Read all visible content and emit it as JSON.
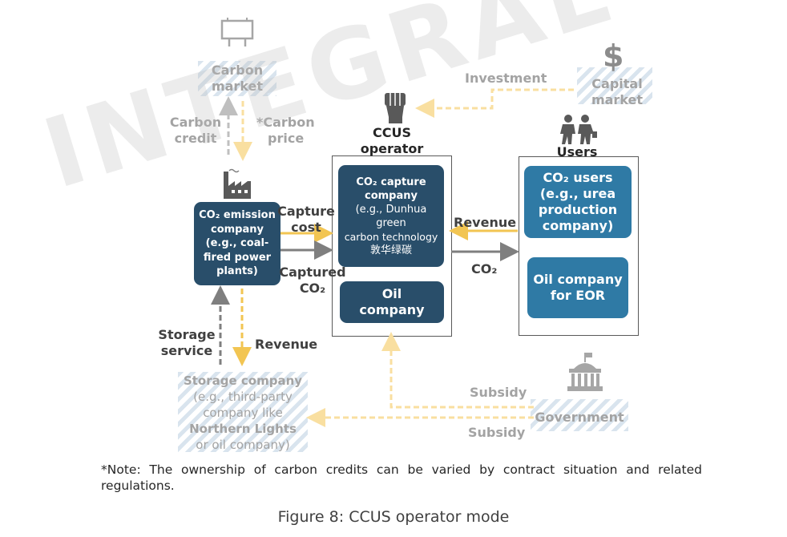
{
  "carbon_market": {
    "line1": "Carbon",
    "line2": "market"
  },
  "carbon_credit": {
    "line1": "Carbon",
    "line2": "credit"
  },
  "carbon_price": {
    "line1": "*Carbon",
    "line2": "price"
  },
  "ccus_operator": {
    "line1": "CCUS",
    "line2": "operator"
  },
  "investment": "Investment",
  "capital_market": {
    "line1": "Capital",
    "line2": "market"
  },
  "users_title": "Users",
  "emission_company": {
    "line1": "CO₂ emission",
    "line2": "company",
    "line3": "(e.g., coal-",
    "line4": "fired power",
    "line5": "plants)"
  },
  "capture_cost": {
    "line1": "Capture",
    "line2": "cost"
  },
  "captured_co2": {
    "line1": "Captured",
    "line2": "CO₂"
  },
  "capture_company": {
    "line1": "CO₂ capture",
    "line2": "company",
    "line3": "(e.g., Dunhua",
    "line4": "green",
    "line5": "carbon technology",
    "line6": "敦华绿碳"
  },
  "oil_company": {
    "line1": "Oil",
    "line2": "company"
  },
  "revenue_users": "Revenue",
  "co2_flow": "CO₂",
  "co2_users": {
    "line1": "CO₂ users",
    "line2": "(e.g., urea",
    "line3": "production",
    "line4": "company)"
  },
  "oil_eor": {
    "line1": "Oil company",
    "line2": "for EOR"
  },
  "storage_service": {
    "line1": "Storage",
    "line2": "service"
  },
  "revenue_storage": "Revenue",
  "storage_company": {
    "line1": "Storage company",
    "line2": "(e.g., third-party",
    "line3": "company like",
    "line4": "Northern Lights",
    "line5": "or oil company)"
  },
  "subsidy_top": "Subsidy",
  "subsidy_bottom": "Subsidy",
  "government": "Government",
  "watermark": "INTEGRAL CO.,Ltd",
  "note": "*Note: The ownership of carbon credits can be varied by contract situation and related regulations.",
  "caption": "Figure 8: CCUS operator mode",
  "colors": {
    "dark_box": "#294e6a",
    "mid_box": "#2f7aa5",
    "arrow_yellow": "#f2c552",
    "arrow_pale": "#f9dfa0",
    "arrow_gray": "#7f7f7f"
  }
}
